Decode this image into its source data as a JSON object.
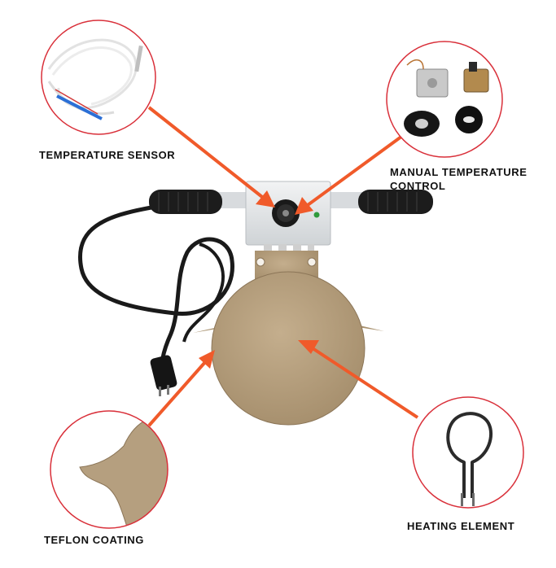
{
  "labels": {
    "temperature_sensor": "TEMPERATURE SENSOR",
    "manual_control_line1": "MANUAL TEMPERATURE",
    "manual_control_line2": "CONTROL",
    "teflon_coating": "TEFLON COATING",
    "heating_element": "HEATING ELEMENT"
  },
  "colors": {
    "arrow": "#f05a2a",
    "circle_border": "#d9303a",
    "plate": "#b59f7f",
    "plate_edge": "#8c7658",
    "handle": "#1c1c1c",
    "box": "#e6e8ea",
    "background": "#ffffff"
  }
}
